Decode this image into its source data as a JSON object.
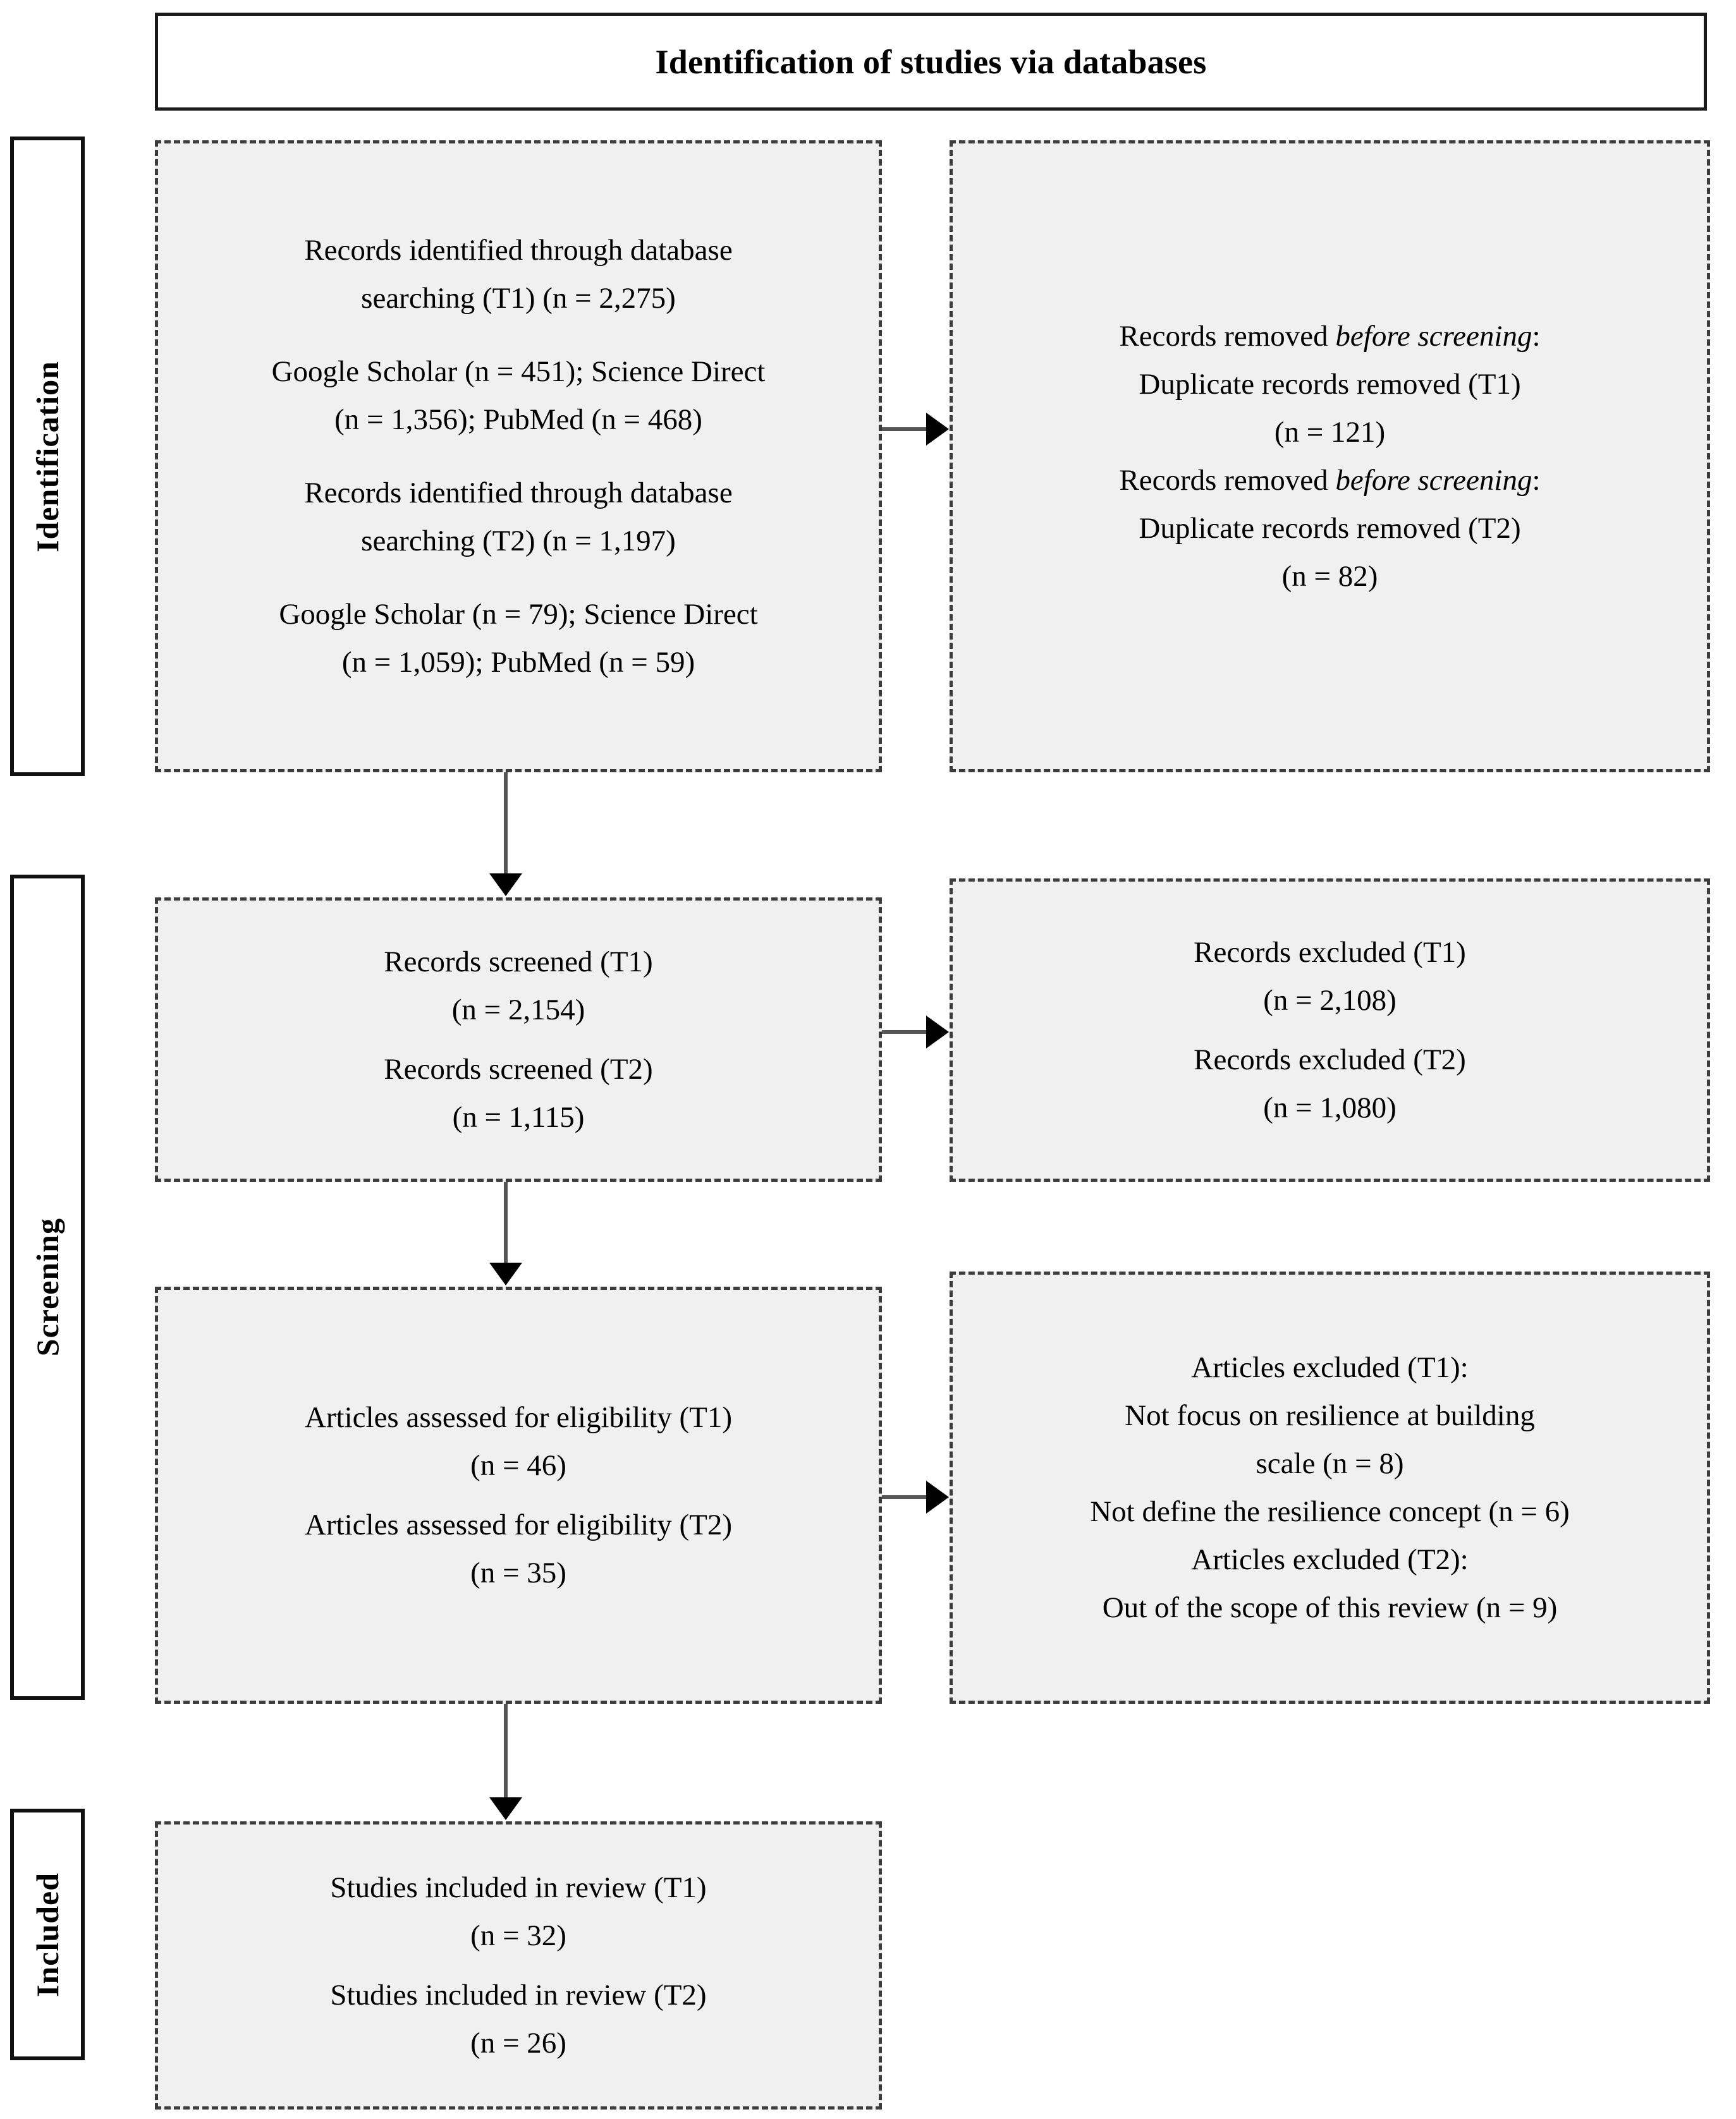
{
  "diagram": {
    "title": "Identification of studies via databases",
    "type": "prisma-flow-diagram"
  },
  "stages": [
    {
      "id": "identification",
      "label": "Identification"
    },
    {
      "id": "screening",
      "label": "Screening"
    },
    {
      "id": "included",
      "label": "Included"
    }
  ],
  "nodes": {
    "identification_records": {
      "line1": "Records identified through database",
      "line2": "searching (T1) (n = 2,275)",
      "line3": "Google Scholar (n = 451); Science Direct",
      "line4": "(n = 1,356); PubMed (n = 468)",
      "line5": "Records identified through database",
      "line6": "searching (T2) (n = 1,197)",
      "line7": "Google Scholar (n = 79); Science Direct",
      "line8": "(n = 1,059); PubMed (n = 59)"
    },
    "records_removed": {
      "line1_prefix": "Records removed ",
      "line1_italic": "before screening",
      "line1_suffix": ":",
      "line2": "Duplicate records removed (T1)",
      "line3": "(n = 121)",
      "line4_prefix": "Records removed ",
      "line4_italic": "before screening",
      "line4_suffix": ":",
      "line5": "Duplicate records removed (T2)",
      "line6": "(n = 82)"
    },
    "records_screened": {
      "line1": "Records screened (T1)",
      "line2": "(n = 2,154)",
      "line3": "Records screened (T2)",
      "line4": "(n = 1,115)"
    },
    "records_excluded": {
      "line1": "Records excluded (T1)",
      "line2": "(n = 2,108)",
      "line3": "Records excluded (T2)",
      "line4": "(n = 1,080)"
    },
    "articles_eligibility": {
      "line1": "Articles assessed for eligibility (T1)",
      "line2": "(n = 46)",
      "line3": "Articles assessed for eligibility (T2)",
      "line4": "(n = 35)"
    },
    "articles_excluded": {
      "line1": "Articles excluded (T1):",
      "line2": "Not focus on resilience at building",
      "line3": "scale (n = 8)",
      "line4": "Not define the resilience concept (n = 6)",
      "line5": "Articles excluded (T2):",
      "line6": "Out of the scope of this review (n = 9)"
    },
    "studies_included": {
      "line1": "Studies included in review (T1)",
      "line2": "(n = 32)",
      "line3": "Studies included in review (T2)",
      "line4": "(n = 26)"
    }
  },
  "chart_data": {
    "type": "table",
    "title": "Identification of studies via databases",
    "stages": [
      "Identification",
      "Screening",
      "Included"
    ],
    "arms": [
      "T1",
      "T2"
    ],
    "records_identified": {
      "T1": 2275,
      "T2": 1197
    },
    "sources": {
      "T1": {
        "Google Scholar": 451,
        "Science Direct": 1356,
        "PubMed": 468
      },
      "T2": {
        "Google Scholar": 79,
        "Science Direct": 1059,
        "PubMed": 59
      }
    },
    "duplicates_removed": {
      "T1": 121,
      "T2": 82
    },
    "records_screened": {
      "T1": 2154,
      "T2": 1115
    },
    "records_excluded": {
      "T1": 2108,
      "T2": 1080
    },
    "articles_assessed_for_eligibility": {
      "T1": 46,
      "T2": 35
    },
    "articles_excluded_reasons": {
      "T1": [
        {
          "reason": "Not focus on resilience at building scale",
          "n": 8
        },
        {
          "reason": "Not define the resilience concept",
          "n": 6
        }
      ],
      "T2": [
        {
          "reason": "Out of the scope of this review",
          "n": 9
        }
      ]
    },
    "studies_included": {
      "T1": 32,
      "T2": 26
    },
    "colors": {
      "box_fill": "#f0f0f0",
      "box_border": "#3c3c3c",
      "rail_border": "#111111",
      "text": "#000000"
    }
  }
}
